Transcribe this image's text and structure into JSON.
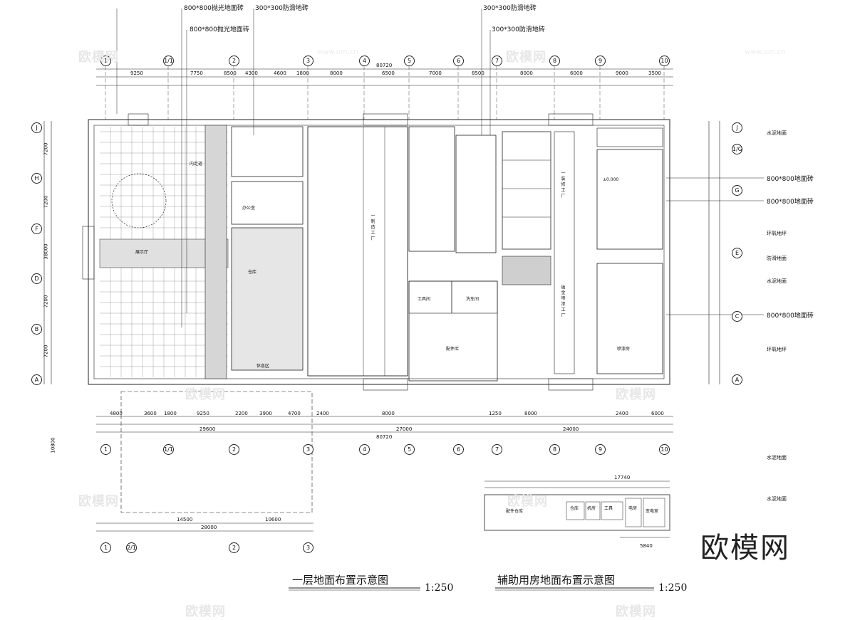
{
  "titles": {
    "main_plan": "一层地面布置示意图",
    "aux_plan": "辅助用房地面布置示意图",
    "scale_main": "1:250",
    "scale_aux": "1:250"
  },
  "watermark": {
    "text": "欧模网",
    "url": "www.om.cn",
    "logo": "欧模网"
  },
  "callouts_top": [
    "800*800抛光地面砖",
    "300*300防滑地砖",
    "800*800抛光地面砖",
    "300*300防滑地砖",
    "300*300防滑地砖"
  ],
  "callouts_right": [
    "800*800地面砖",
    "800*800地面砖",
    "800*800地面砖"
  ],
  "axes_top": [
    "1",
    "1/1",
    "2",
    "3",
    "4",
    "5",
    "6",
    "7",
    "8",
    "9",
    "10"
  ],
  "axes_left": [
    "J",
    "H",
    "F",
    "D",
    "B",
    "A"
  ],
  "axes_right": [
    "J",
    "1/G",
    "G",
    "E",
    "C",
    "A"
  ],
  "axes_bottom_aux": [
    "1",
    "2/1",
    "2",
    "3"
  ],
  "dims_top": [
    "9250",
    "7750",
    "8500",
    "4300",
    "4600",
    "1800",
    "8000",
    "6500",
    "7000",
    "8500",
    "8000",
    "6000",
    "9000",
    "3500"
  ],
  "dims_bottom": [
    "4800",
    "3600",
    "1800",
    "9250",
    "2200",
    "3900",
    "4700",
    "2400",
    "8000",
    "1250",
    "8000",
    "2400",
    "6000"
  ],
  "dims_totals": [
    "80720",
    "29600",
    "27000",
    "24000",
    "10800",
    "28000",
    "14500",
    "10600",
    "17740",
    "5840"
  ],
  "dims_left": [
    "7200",
    "7200",
    "7200",
    "7200",
    "38000"
  ],
  "rooms": {
    "hall": "展示厅",
    "corridor": "内走道",
    "workshop1": "一 制 造 工 厂",
    "workshop2": "一 装 修 工 厂",
    "workshop3": "钣 金 喷 漆 工 厂",
    "office": "办公室",
    "storage": "仓库",
    "wash": "洗车间",
    "tool": "工具间",
    "lounge": "休息区",
    "paint": "喷漆房",
    "parts": "配件库",
    "elevation": "±0.000",
    "aux_rooms": [
      "配件仓库",
      "仓库",
      "机房",
      "工具",
      "电房",
      "变电室"
    ]
  },
  "right_notes": [
    "水泥地面",
    "环氧地坪",
    "防滑地面",
    "水泥地面",
    "环氧地坪",
    "水泥地面",
    "水泥地面"
  ]
}
